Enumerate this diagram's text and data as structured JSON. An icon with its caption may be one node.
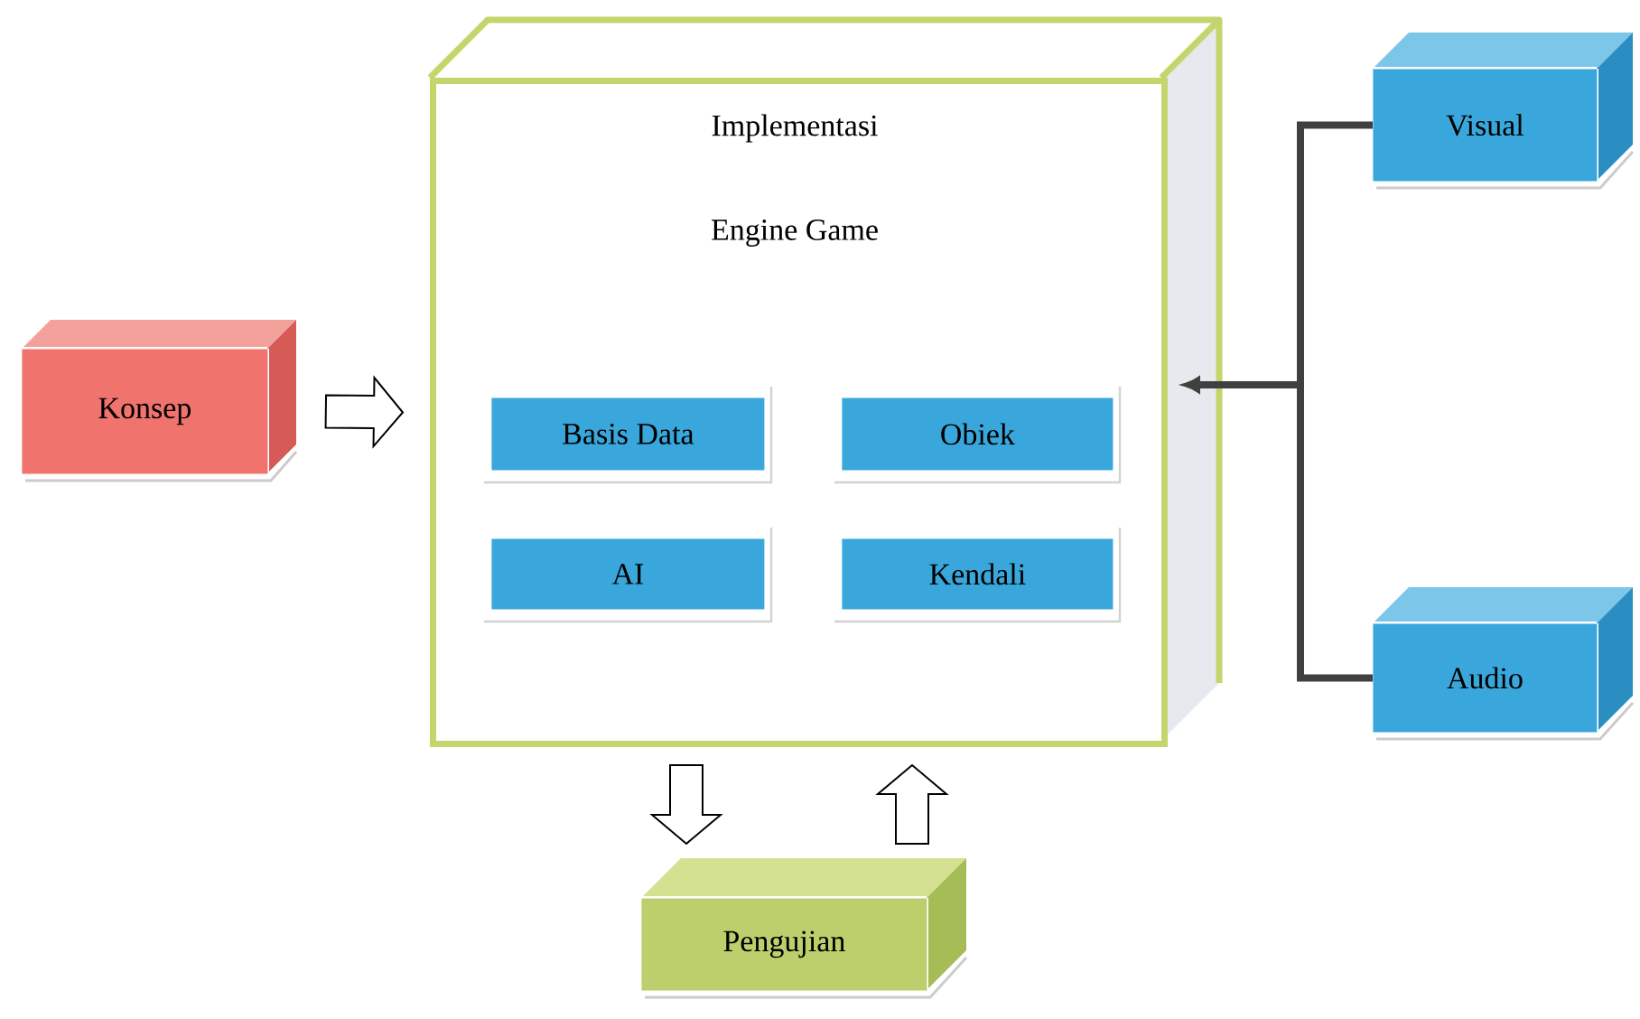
{
  "diagram": {
    "nodes": [
      {
        "text": [
          "Konsep"
        ]
      },
      {
        "text": [
          "Implementasi",
          "Engine Game"
        ]
      },
      {
        "text": [
          "Basis Data"
        ],
        "in": 1
      },
      {
        "text": [
          "Obiek"
        ],
        "in": 1
      },
      {
        "text": [
          "AI"
        ],
        "in": 1
      },
      {
        "text": [
          "Kendali"
        ],
        "in": 1
      },
      {
        "text": [
          "Visual"
        ]
      },
      {
        "text": [
          "Audio"
        ]
      },
      {
        "text": [
          "Pengujian"
        ]
      }
    ],
    "edges": [
      {
        "from": 0,
        "to": 1,
        "arrow": "to"
      },
      {
        "from": 1,
        "to": 8,
        "arrow": "to"
      },
      {
        "from": 8,
        "to": 1,
        "arrow": "to"
      },
      {
        "from": 6,
        "to": 1,
        "arrow": "to"
      },
      {
        "from": 7,
        "to": 1,
        "arrow": "to"
      }
    ]
  }
}
